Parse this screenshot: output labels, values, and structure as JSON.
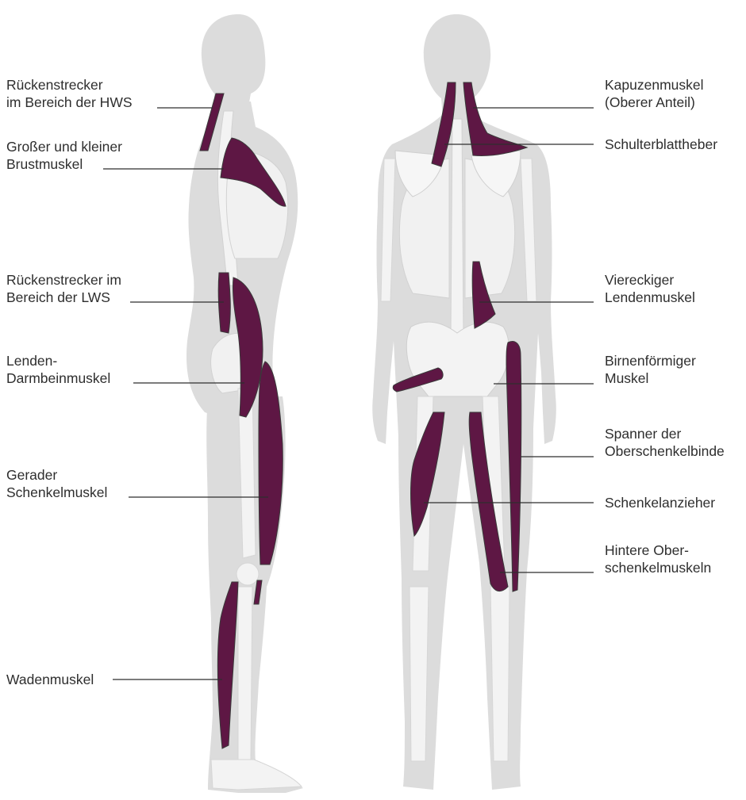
{
  "colors": {
    "background": "#ffffff",
    "silhouette": "#dcdcdc",
    "bone": "#f3f3f3",
    "bone_outline": "#cfcfcf",
    "muscle": "#5e1744",
    "muscle_outline": "#3a3a3a",
    "text": "#2e2e2e",
    "leader_line": "#2e2e2e"
  },
  "figures": {
    "side_view": {
      "icon": "human-side-silhouette"
    },
    "back_view": {
      "icon": "human-back-silhouette"
    }
  },
  "labels": {
    "left": [
      {
        "id": "rueckenstrecker-hws",
        "lines": [
          "Rückenstrecker",
          "im Bereich der HWS"
        ]
      },
      {
        "id": "brustmuskel",
        "lines": [
          "Großer und kleiner",
          "Brustmuskel"
        ]
      },
      {
        "id": "rueckenstrecker-lws",
        "lines": [
          "Rückenstrecker im",
          "Bereich der LWS"
        ]
      },
      {
        "id": "lenden-darmbeinmuskel",
        "lines": [
          "Lenden-",
          "Darmbeinmuskel"
        ]
      },
      {
        "id": "gerader-schenkelmuskel",
        "lines": [
          "Gerader",
          "Schenkelmuskel"
        ]
      },
      {
        "id": "wadenmuskel",
        "lines": [
          "Wadenmuskel"
        ]
      }
    ],
    "right": [
      {
        "id": "kapuzenmuskel",
        "lines": [
          "Kapuzenmuskel",
          "(Oberer Anteil)"
        ]
      },
      {
        "id": "schulterblattheber",
        "lines": [
          "Schulterblattheber"
        ]
      },
      {
        "id": "viereckiger-lendenmuskel",
        "lines": [
          "Viereckiger",
          "Lendenmuskel"
        ]
      },
      {
        "id": "birnenfoermiger-muskel",
        "lines": [
          "Birnenförmiger",
          "Muskel"
        ]
      },
      {
        "id": "spanner-oberschenkelbinde",
        "lines": [
          "Spanner der",
          "Oberschenkelbinde"
        ]
      },
      {
        "id": "schenkelanzieher",
        "lines": [
          "Schenkelanzieher"
        ]
      },
      {
        "id": "hintere-oberschenkelmuskeln",
        "lines": [
          "Hintere Ober-",
          "schenkelmuskeln"
        ]
      }
    ]
  }
}
